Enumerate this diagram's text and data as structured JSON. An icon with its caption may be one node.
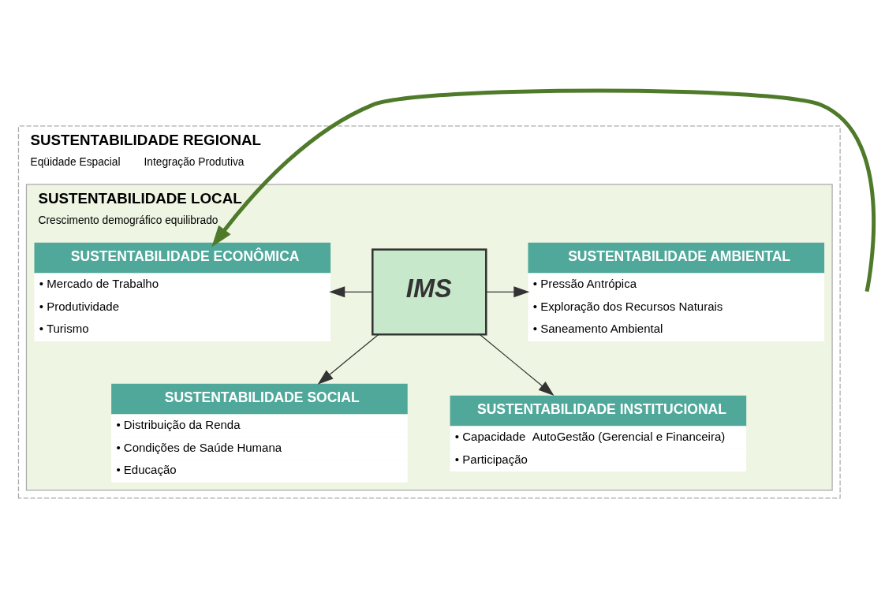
{
  "diagram": {
    "nodes": [
      {
        "text": [
          "SUSTENTABILIDADE REGIONAL",
          "Eqüidade Espacial",
          "Integração Produtiva"
        ]
      },
      {
        "text": [
          "SUSTENTABILIDADE LOCAL",
          "Crescimento demográfico equilibrado"
        ],
        "in": 0
      },
      {
        "text": [
          "SUSTENTABILIDADE SOCIAL",
          "• Distribuição da Renda",
          "• Condições de Saúde Humana",
          "• Educação"
        ],
        "in": 1
      },
      {
        "text": [
          "SUSTENTABILIDADE ECONÔMICA",
          "• Mercado de Trabalho",
          "• Produtividade",
          "• Turismo"
        ],
        "in": 1
      },
      {
        "text": [
          "IMS"
        ],
        "in": 1
      },
      {
        "text": [
          "SUSTENTABILIDADE AMBIENTAL",
          "• Pressão Antrópica",
          "• Exploração dos Recursos Naturais",
          "• Saneamento Ambiental"
        ],
        "in": 1
      },
      {
        "text": [
          "SUSTENTABILIDADE INSTITUCIONAL",
          "• Capacidade  AutoGestão (Gerencial e Financeira)",
          "• Participação"
        ],
        "in": 1
      }
    ],
    "edges": [
      {
        "from": 4,
        "to": 2,
        "arrow": "to"
      },
      {
        "from": 4,
        "to": 3,
        "arrow": "to"
      },
      {
        "from": 4,
        "to": 5,
        "arrow": "to"
      },
      {
        "from": 4,
        "to": 6,
        "arrow": "to"
      },
      {
        "from": null,
        "to": 3,
        "arrow": "to",
        "style": "thick",
        "color": "#4e7a2a"
      }
    ]
  }
}
